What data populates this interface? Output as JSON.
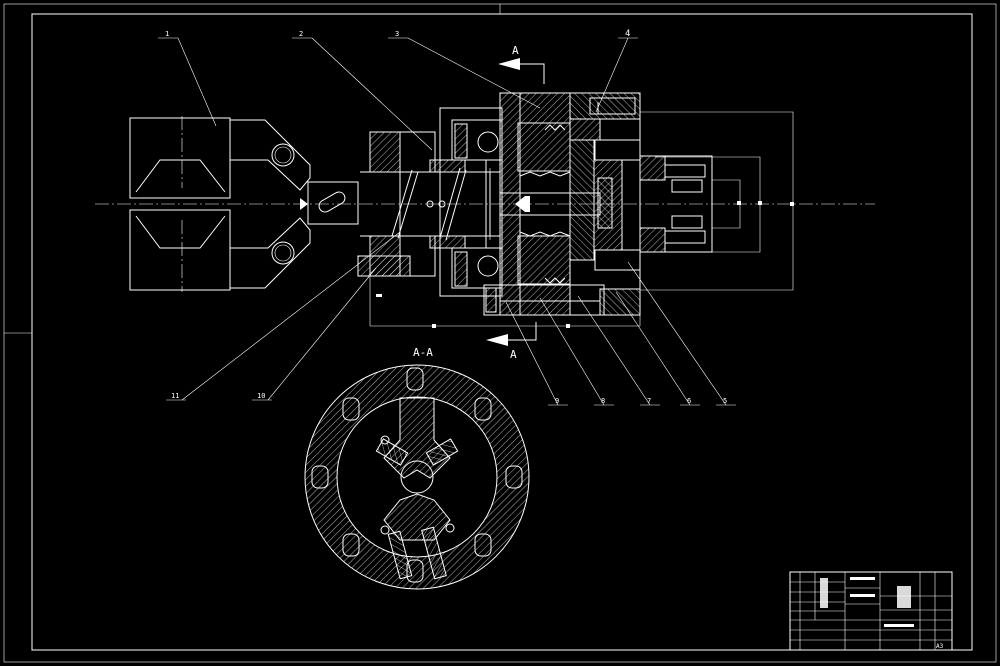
{
  "section_markers": {
    "top": "A",
    "bottom": "A",
    "section_title": "A-A"
  },
  "callouts": [
    "1",
    "2",
    "3",
    "4",
    "5",
    "6",
    "7",
    "8",
    "9",
    "10",
    "11"
  ],
  "title_block": {
    "sheet_size": "A3"
  },
  "colors": {
    "background": "#000000",
    "lines": "#ffffff"
  }
}
